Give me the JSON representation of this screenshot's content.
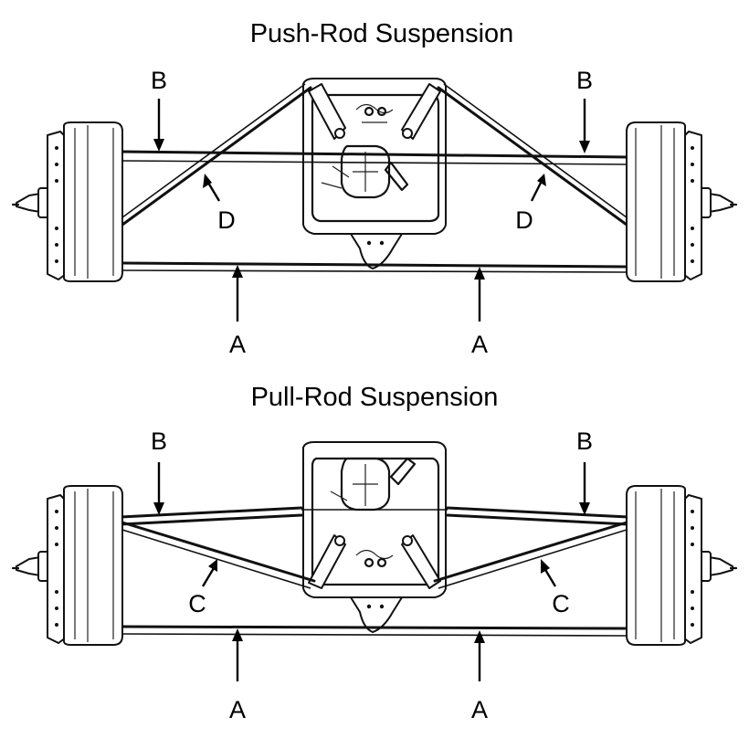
{
  "diagrams": [
    {
      "title": "Push-Rod Suspension",
      "labels": {
        "B": "B",
        "D": "D",
        "A": "A"
      }
    },
    {
      "title": "Pull-Rod Suspension",
      "labels": {
        "B": "B",
        "C": "C",
        "A": "A"
      }
    }
  ]
}
